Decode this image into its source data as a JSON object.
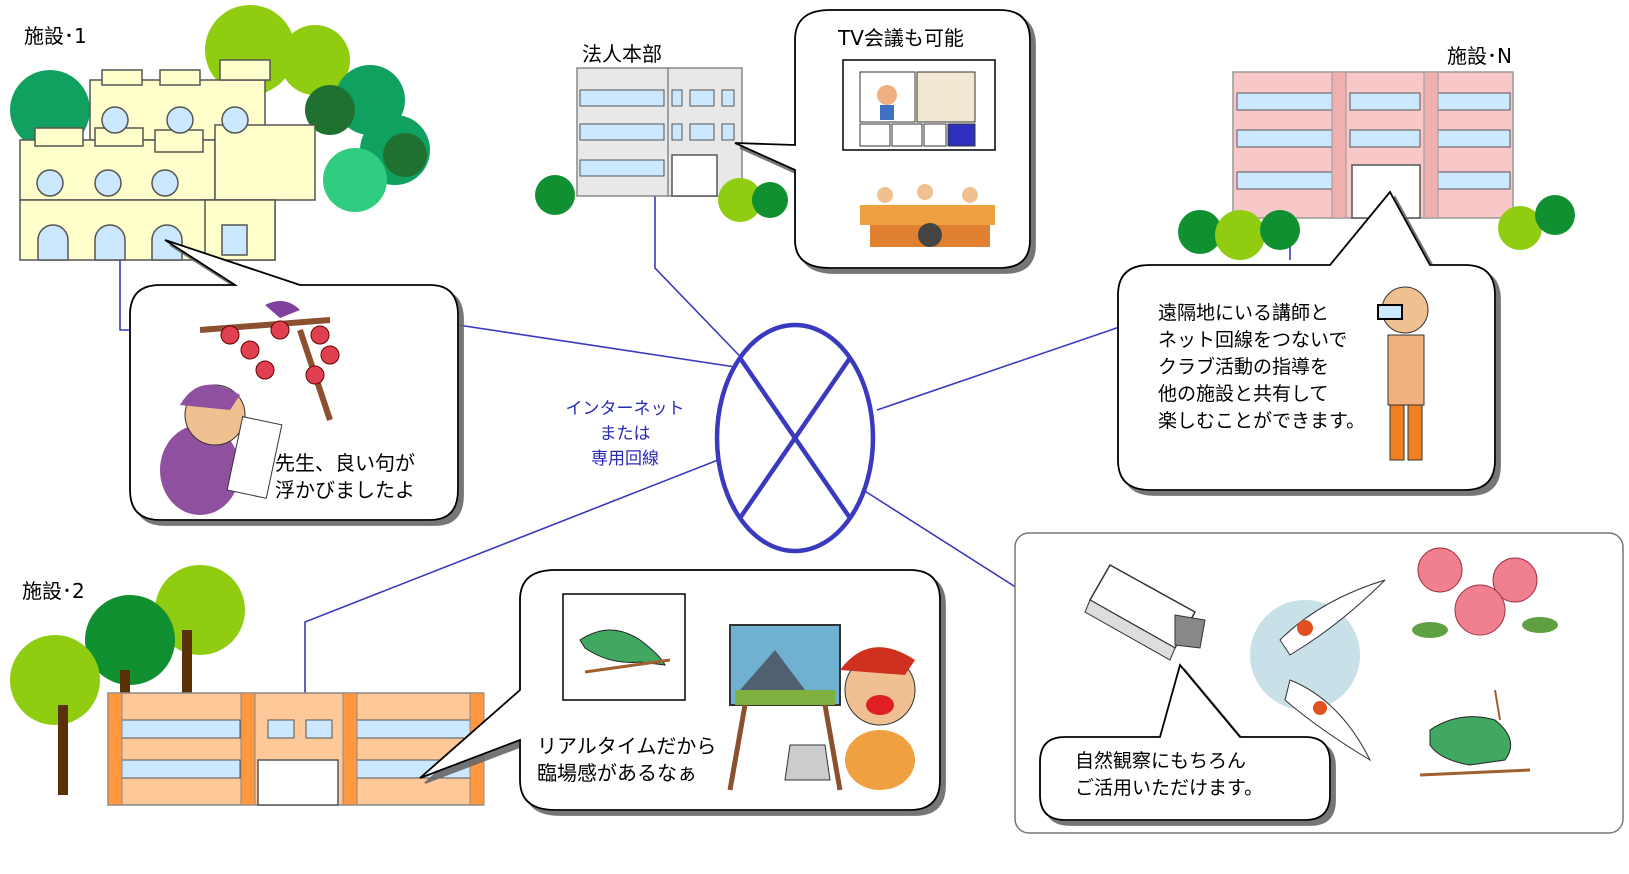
{
  "facilities": {
    "f1": {
      "label": "施設･1"
    },
    "hq": {
      "label": "法人本部"
    },
    "fn": {
      "label": "施設･N"
    },
    "f2": {
      "label": "施設･2"
    }
  },
  "network": {
    "label": "インターネット\nまたは\n専用回線"
  },
  "bubbles": {
    "tv": {
      "text": "TV会議も可能"
    },
    "haiku": {
      "text": "先生、良い句が\n浮かびましたよ"
    },
    "remote": {
      "text": "遠隔地にいる講師と\nネット回線をつないで\nクラブ活動の指導を\n他の施設と共有して\n楽しむことができます。"
    },
    "realtime": {
      "text": "リアルタイムだから\n臨場感があるなぁ"
    },
    "nature": {
      "text": "自然観察にもちろん\nご活用いただけます。"
    }
  },
  "colors": {
    "line": "#3a3ac0",
    "building1": "#ffffcc",
    "hq_building": "#e8e8e8",
    "window": "#cce8ff",
    "building_n": "#f8c8c8",
    "building2": "#ffc898",
    "tree_dark": "#109030",
    "tree_light": "#90cc10"
  }
}
